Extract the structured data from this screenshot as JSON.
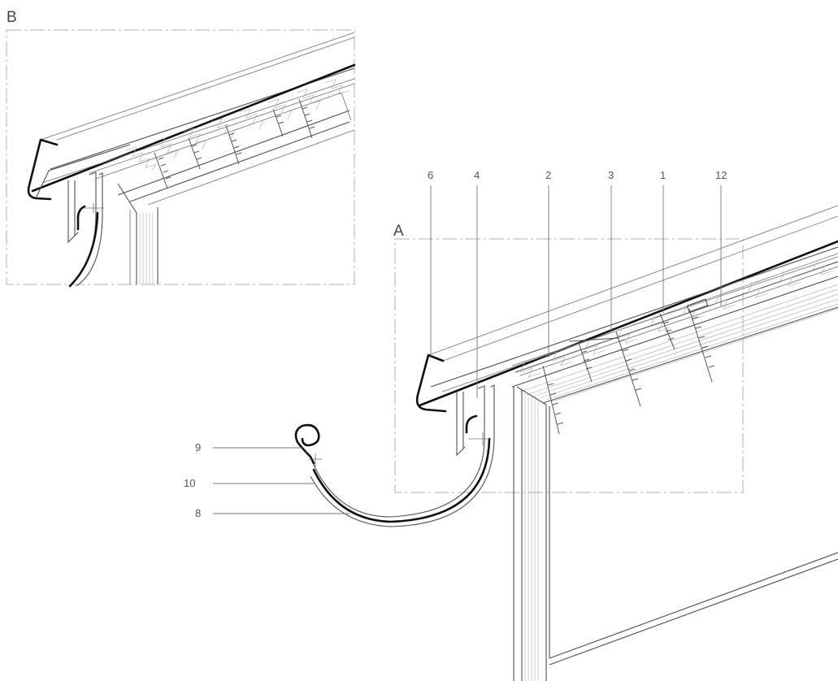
{
  "views": {
    "detail_b": {
      "label": "B"
    },
    "detail_a": {
      "label": "A"
    }
  },
  "callouts_top": [
    "6",
    "4",
    "2",
    "3",
    "1",
    "12"
  ],
  "callouts_left": [
    "9",
    "10",
    "8"
  ]
}
